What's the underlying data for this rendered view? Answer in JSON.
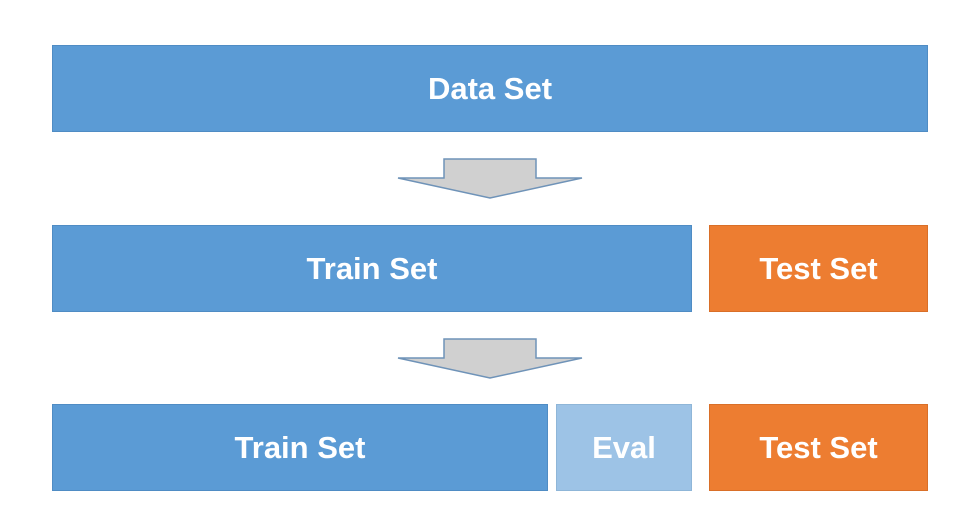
{
  "rows": [
    {
      "blocks": [
        {
          "label": "Data Set",
          "color": "#5b9bd5"
        }
      ]
    },
    {
      "blocks": [
        {
          "label": "Train Set",
          "color": "#5b9bd5"
        },
        {
          "label": "Test Set",
          "color": "#ed7d31"
        }
      ]
    },
    {
      "blocks": [
        {
          "label": "Train Set",
          "color": "#5b9bd5"
        },
        {
          "label": "Eval",
          "color": "#9dc3e6"
        },
        {
          "label": "Test Set",
          "color": "#ed7d31"
        }
      ]
    }
  ],
  "arrow_color": "#d0d0d0"
}
